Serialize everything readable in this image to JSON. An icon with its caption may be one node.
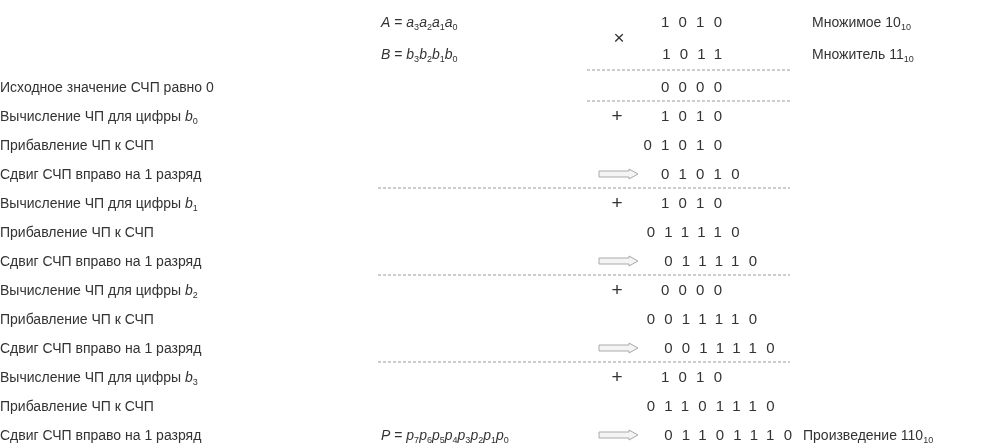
{
  "diagram": {
    "labels": [
      "*A* = *a*$_{3}$*a*$_{2}$*a*$_{1}$*a*$_{0}$",
      "×",
      "1010",
      "Множимое 10$_{10}$",
      "*B* = *b*$_{3}$*b*$_{2}$*b*$_{1}$*b*$_{0}$",
      "1011",
      "Множитель 11$_{10}$",
      "Исходное значение СЧП равно 0",
      "0000",
      "Вычисление ЧП для цифры *b*$_{0}$",
      "+",
      "1010",
      "Прибавление ЧП к СЧП",
      "01010",
      "Сдвиг СЧП вправо на 1 разряд",
      "01010",
      "Вычисление ЧП для цифры *b*$_{1}$",
      "+",
      "1010",
      "Прибавление ЧП к СЧП",
      "011110",
      "Сдвиг СЧП вправо на 1 разряд",
      "011110",
      "Вычисление ЧП для цифры *b*$_{2}$",
      "+",
      "0000",
      "Прибавление ЧП к СЧП",
      "0011110",
      "Сдвиг СЧП вправо на 1 разряд",
      "0011110",
      "Вычисление ЧП для цифры *b*$_{3}$",
      "+",
      "1010",
      "Прибавление ЧП к СЧП",
      "01101110",
      "Сдвиг СЧП вправо на 1 разряд",
      "*P* = *p*$_{7}$*p*$_{6}$*p*$_{5}$*p*$_{4}$*p*$_{3}$*p*$_{2}$*p*$_{1}$*p*$_{0}$",
      "01101110",
      "Произведение 110$_{10}$"
    ]
  }
}
